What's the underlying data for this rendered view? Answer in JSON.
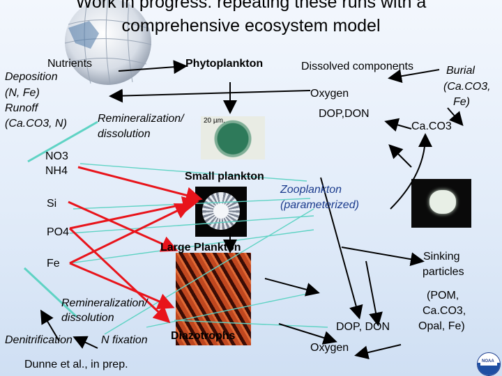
{
  "slide": {
    "title_line1": "Work in progress: repeating these runs with a",
    "title_line2": "comprehensive ecosystem model",
    "citation": "Dunne et al., in prep."
  },
  "inputs": {
    "nutrients": "Nutrients",
    "deposition_line1": "Deposition",
    "deposition_line2": "(N, Fe)",
    "runoff_line1": "Runoff",
    "runoff_line2": "(Ca.CO3, N)"
  },
  "nutrients_pool": {
    "no3": "NO3",
    "nh4": "NH4",
    "si": "Si",
    "po4": "PO4",
    "fe": "Fe"
  },
  "remin_top_line1": "Remineralization/",
  "remin_top_line2": "dissolution",
  "remin_bottom_line1": "Remineralization/",
  "remin_bottom_line2": "dissolution",
  "phytoplankton": {
    "header": "Phytoplankton",
    "small": "Small plankton",
    "large": "Large Plankton",
    "diazotrophs": "Diazotrophs",
    "scale_label": "20 µm."
  },
  "zooplankton_line1": "Zooplankton",
  "zooplankton_line2": "(parameterized)",
  "dissolved": {
    "header": "Dissolved components",
    "oxygen": "Oxygen",
    "dop_don": "DOP,DON",
    "caco3": "Ca.CO3"
  },
  "burial": {
    "line1": "Burial",
    "line2": "(Ca.CO3,",
    "line3": "Fe)"
  },
  "sinking": {
    "line1": "Sinking",
    "line2": "particles",
    "composition_line1": "(POM,",
    "composition_line2": "Ca.CO3,",
    "composition_line3": "Opal, Fe)"
  },
  "bottom": {
    "denitrification": "Denitrification",
    "n_fixation": "N fixation",
    "dop_don": "DOP, DON",
    "oxygen": "Oxygen"
  },
  "logo_text": "NOAA",
  "colors": {
    "red_arrow": "#e8141b",
    "blue_text": "#1a3a8c",
    "teal_line": "#5fd3c4"
  }
}
